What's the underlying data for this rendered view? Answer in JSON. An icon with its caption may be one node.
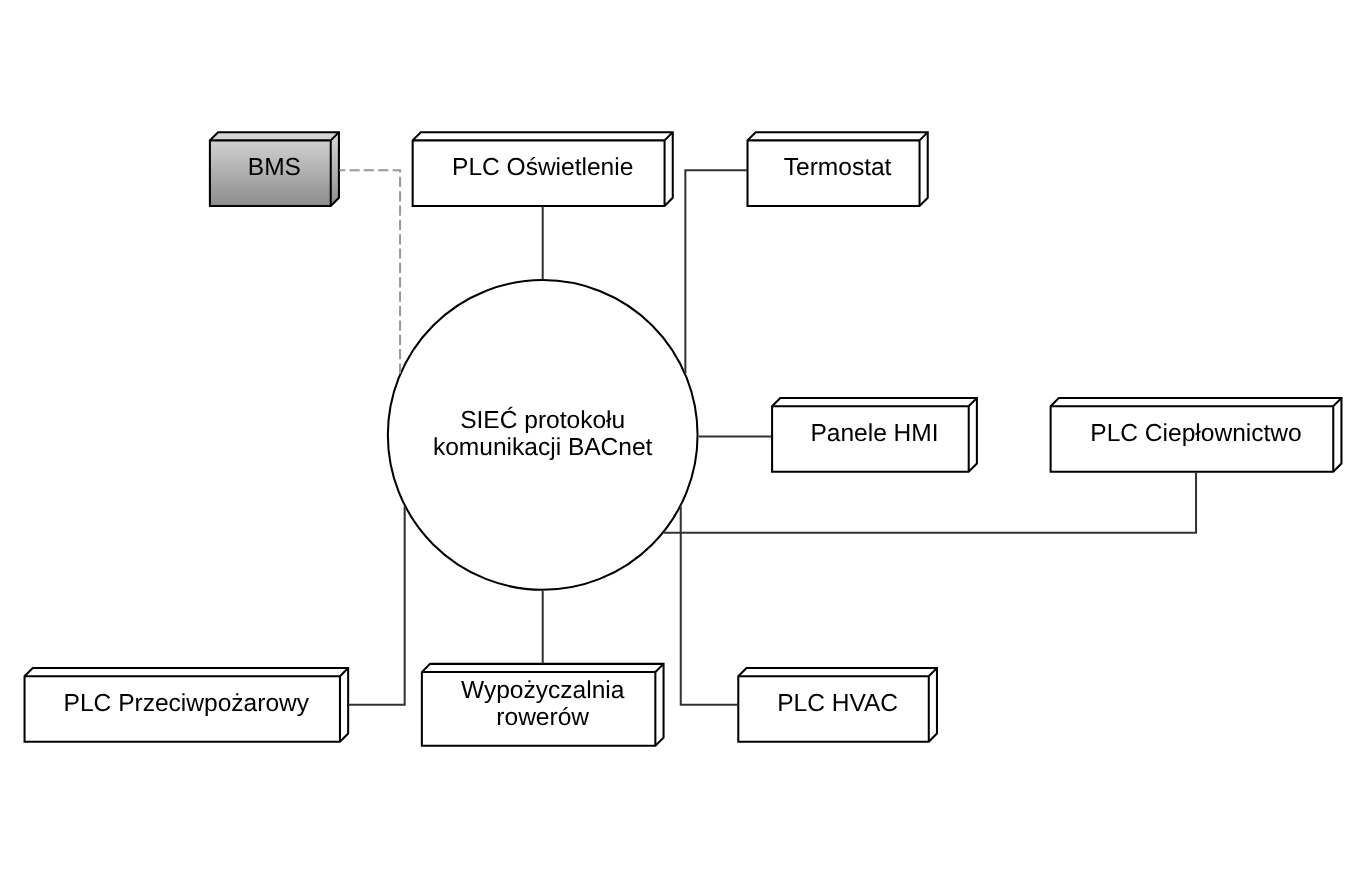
{
  "diagram": {
    "nodes": [
      {
        "text": [
          "BMS"
        ]
      },
      {
        "text": [
          "PLC Oświetlenie"
        ]
      },
      {
        "text": [
          "Termostat"
        ]
      },
      {
        "text": [
          "PLC Ciepłownictwo"
        ]
      },
      {
        "text": [
          "SIEĆ protokołu komunikacji BACnet"
        ]
      },
      {
        "text": [
          "Panele HMI"
        ]
      },
      {
        "text": [
          "PLC Przeciwpożarowy"
        ]
      },
      {
        "text": [
          "Wypożyczalnia rowerów"
        ]
      },
      {
        "text": [
          "PLC HVAC"
        ]
      }
    ],
    "edges": [
      {
        "from": 4,
        "to": 0,
        "arrow": "none",
        "style": "dashed",
        "color": "#999999"
      },
      {
        "from": 4,
        "to": 1,
        "arrow": "none"
      },
      {
        "from": 4,
        "to": 2,
        "arrow": "none"
      },
      {
        "from": 4,
        "to": 3,
        "arrow": "none"
      },
      {
        "from": 4,
        "to": 5,
        "arrow": "none"
      },
      {
        "from": 4,
        "to": 6,
        "arrow": "none"
      },
      {
        "from": 4,
        "to": 7,
        "arrow": "none"
      },
      {
        "from": 4,
        "to": 8,
        "arrow": "none"
      }
    ]
  }
}
